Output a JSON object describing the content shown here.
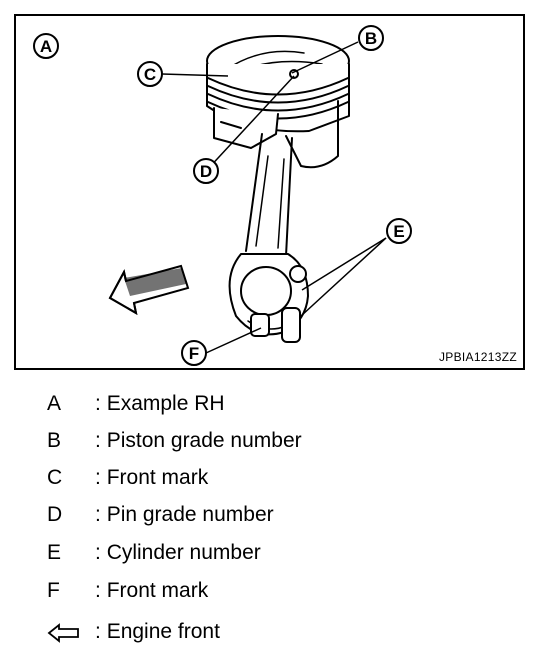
{
  "figure": {
    "reference_code": "JPBIA1213ZZ",
    "callouts": [
      "A",
      "B",
      "C",
      "D",
      "E",
      "F"
    ]
  },
  "legend": {
    "separator": ":",
    "items": [
      {
        "key": "A",
        "desc": "Example RH"
      },
      {
        "key": "B",
        "desc": "Piston grade number"
      },
      {
        "key": "C",
        "desc": "Front mark"
      },
      {
        "key": "D",
        "desc": "Pin grade number"
      },
      {
        "key": "E",
        "desc": "Cylinder number"
      },
      {
        "key": "F",
        "desc": "Front mark"
      },
      {
        "key_icon": "outline-arrow-left-icon",
        "desc": "Engine front"
      }
    ]
  }
}
